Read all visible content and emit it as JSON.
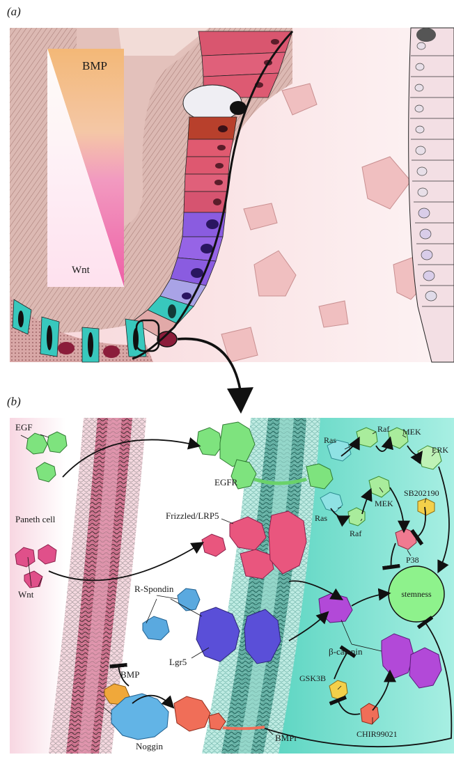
{
  "panel_a": {
    "letter": "(a)",
    "gradient_top_label": "BMP",
    "gradient_bottom_label": "Wnt"
  },
  "panel_b": {
    "letter": "(b)",
    "labels": {
      "egf": "EGF",
      "paneth": "Paneth cell",
      "wnt": "Wnt",
      "egfr": "EGFR",
      "frizzled": "Frizzled/LRP5",
      "rspondin": "R-Spondin",
      "lgr5": "Lgr5",
      "bmp": "BMP",
      "noggin": "Noggin",
      "bmpr": "BMPr",
      "ras1": "Ras",
      "raf1": "Raf",
      "mek1": "MEK",
      "erk": "ERK",
      "ras2": "Ras",
      "raf2": "Raf",
      "mek2": "MEK",
      "sb": "SB202190",
      "p38": "P38",
      "stemness": "stemness",
      "bcatenin": "β-catenin",
      "gsk3b": "GSK3B",
      "chir": "CHIR99021"
    }
  },
  "colors": {
    "crypt_tissue": "#dcb9b3",
    "crypt_hatch": "#8a5a55",
    "gradient_bmp": "#f2b57a",
    "gradient_wnt": "#ee6aa8",
    "goblet_pink": "#d9566f",
    "stem_purple": "#8a5ce0",
    "paneth_cyan": "#38c8bd",
    "egf_green": "#7ee37e",
    "wnt_pink": "#e0508a",
    "rspondin_blue": "#5aa9df",
    "lgr5_blue": "#5a4fd8",
    "bmp_orange": "#f0a83a",
    "bmpr_red": "#f06e58",
    "noggin_blue": "#62b4e6",
    "ras_cyan": "#8fe2e4",
    "mek_green": "#a9ec9c",
    "p38_pink": "#f07a90",
    "sb_yellow": "#f3d04a",
    "bcatenin_purple": "#b249d8",
    "stemness_green": "#8ef28c",
    "cytoplasm_teal": "#7fe1d0"
  }
}
